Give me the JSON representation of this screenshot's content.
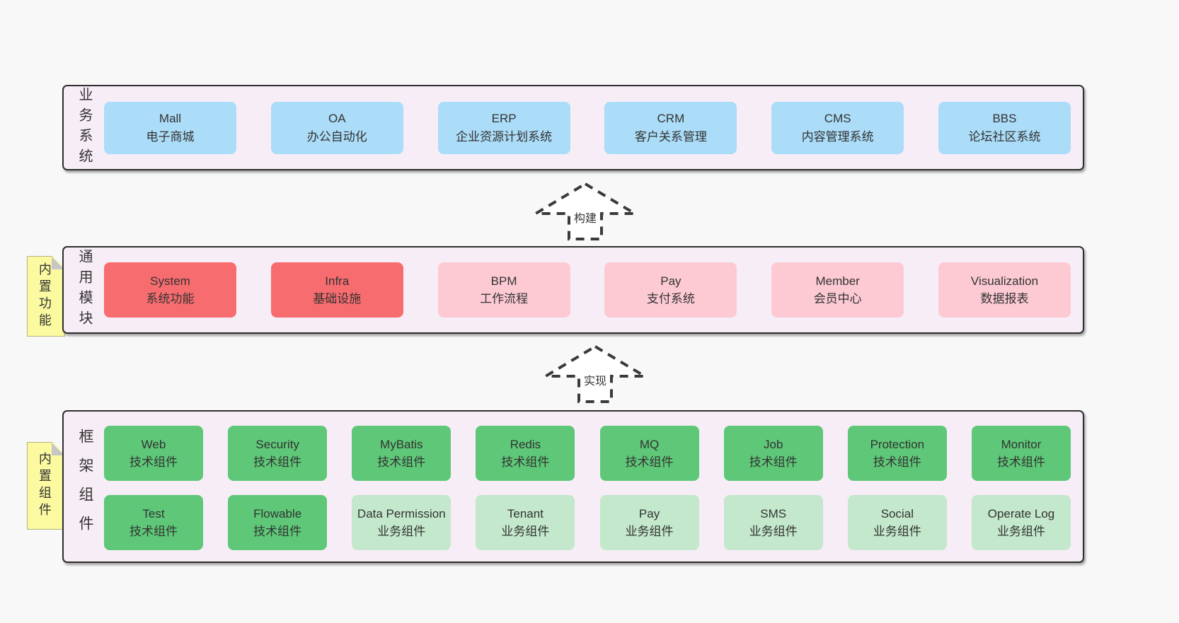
{
  "colors": {
    "canvas": "#f8f8f8",
    "panel_background": "#f7edf6",
    "panel_border": "#2f2f2f",
    "system_blue": "#abdcf8",
    "core_red": "#f76c6e",
    "module_pink": "#fdcad4",
    "tech_green": "#5ec878",
    "biz_green_light": "#c3e8cb",
    "sticky_yellow": "#fbfaa0",
    "sticky_fold_gray": "#c6c6c6",
    "text": "#333333"
  },
  "arrows": {
    "build": {
      "label": "构建"
    },
    "implement": {
      "label": "实现"
    }
  },
  "stickies": {
    "builtin_features": {
      "label": "内置功能"
    },
    "builtin_components": {
      "label": "内置组件"
    }
  },
  "layers": {
    "business": {
      "label": "业务系统",
      "boxes": [
        {
          "title": "Mall",
          "subtitle": "电子商城"
        },
        {
          "title": "OA",
          "subtitle": "办公自动化"
        },
        {
          "title": "ERP",
          "subtitle": "企业资源计划系统"
        },
        {
          "title": "CRM",
          "subtitle": "客户关系管理"
        },
        {
          "title": "CMS",
          "subtitle": "内容管理系统"
        },
        {
          "title": "BBS",
          "subtitle": "论坛社区系统"
        }
      ]
    },
    "modules": {
      "label": "通用模块",
      "boxes": [
        {
          "title": "System",
          "subtitle": "系统功能"
        },
        {
          "title": "Infra",
          "subtitle": "基础设施"
        },
        {
          "title": "BPM",
          "subtitle": "工作流程"
        },
        {
          "title": "Pay",
          "subtitle": "支付系统"
        },
        {
          "title": "Member",
          "subtitle": "会员中心"
        },
        {
          "title": "Visualization",
          "subtitle": "数据报表"
        }
      ]
    },
    "components": {
      "label": "框架组件",
      "row1": [
        {
          "title": "Web",
          "subtitle": "技术组件"
        },
        {
          "title": "Security",
          "subtitle": "技术组件"
        },
        {
          "title": "MyBatis",
          "subtitle": "技术组件"
        },
        {
          "title": "Redis",
          "subtitle": "技术组件"
        },
        {
          "title": "MQ",
          "subtitle": "技术组件"
        },
        {
          "title": "Job",
          "subtitle": "技术组件"
        },
        {
          "title": "Protection",
          "subtitle": "技术组件"
        },
        {
          "title": "Monitor",
          "subtitle": "技术组件"
        }
      ],
      "row2": [
        {
          "title": "Test",
          "subtitle": "技术组件"
        },
        {
          "title": "Flowable",
          "subtitle": "技术组件"
        },
        {
          "title": "Data Permission",
          "subtitle": "业务组件"
        },
        {
          "title": "Tenant",
          "subtitle": "业务组件"
        },
        {
          "title": "Pay",
          "subtitle": "业务组件"
        },
        {
          "title": "SMS",
          "subtitle": "业务组件"
        },
        {
          "title": "Social",
          "subtitle": "业务组件"
        },
        {
          "title": "Operate Log",
          "subtitle": "业务组件"
        }
      ]
    }
  }
}
